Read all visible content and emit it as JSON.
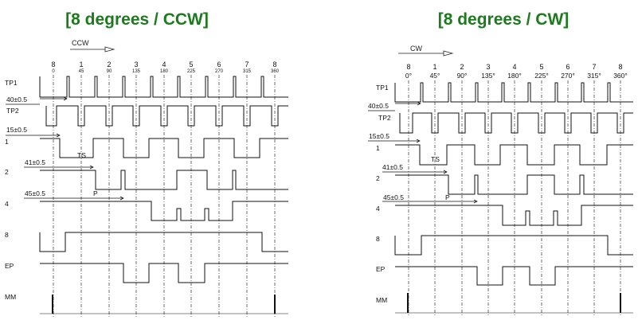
{
  "panels": [
    {
      "title": "[8 degrees / CCW]",
      "direction": "CCW",
      "positions": [
        "8",
        "1",
        "2",
        "3",
        "4",
        "5",
        "6",
        "7",
        "8"
      ],
      "angles": [
        "0",
        "45",
        "90",
        "135",
        "180",
        "225",
        "270",
        "315",
        "360"
      ],
      "signals": [
        "TP1",
        "TP2",
        "1",
        "2",
        "4",
        "8",
        "EP",
        "MM"
      ],
      "dimensions": [
        "40±0.5",
        "15±0.5",
        "41±0.5",
        "45±0.5"
      ],
      "markers": [
        "TS",
        "P"
      ]
    },
    {
      "title": "[8 degrees / CW]",
      "direction": "CW",
      "positions": [
        "8",
        "1",
        "2",
        "3",
        "4",
        "5",
        "6",
        "7",
        "8"
      ],
      "angles": [
        "0°",
        "45°",
        "90°",
        "135°",
        "180°",
        "225°",
        "270°",
        "315°",
        "360°"
      ],
      "signals": [
        "TP1",
        "TP2",
        "1",
        "2",
        "4",
        "8",
        "EP",
        "MM"
      ],
      "dimensions": [
        "40±0.5",
        "15±0.5",
        "41±0.5",
        "45±0.5"
      ],
      "markers": [
        "TS",
        "P"
      ]
    }
  ]
}
